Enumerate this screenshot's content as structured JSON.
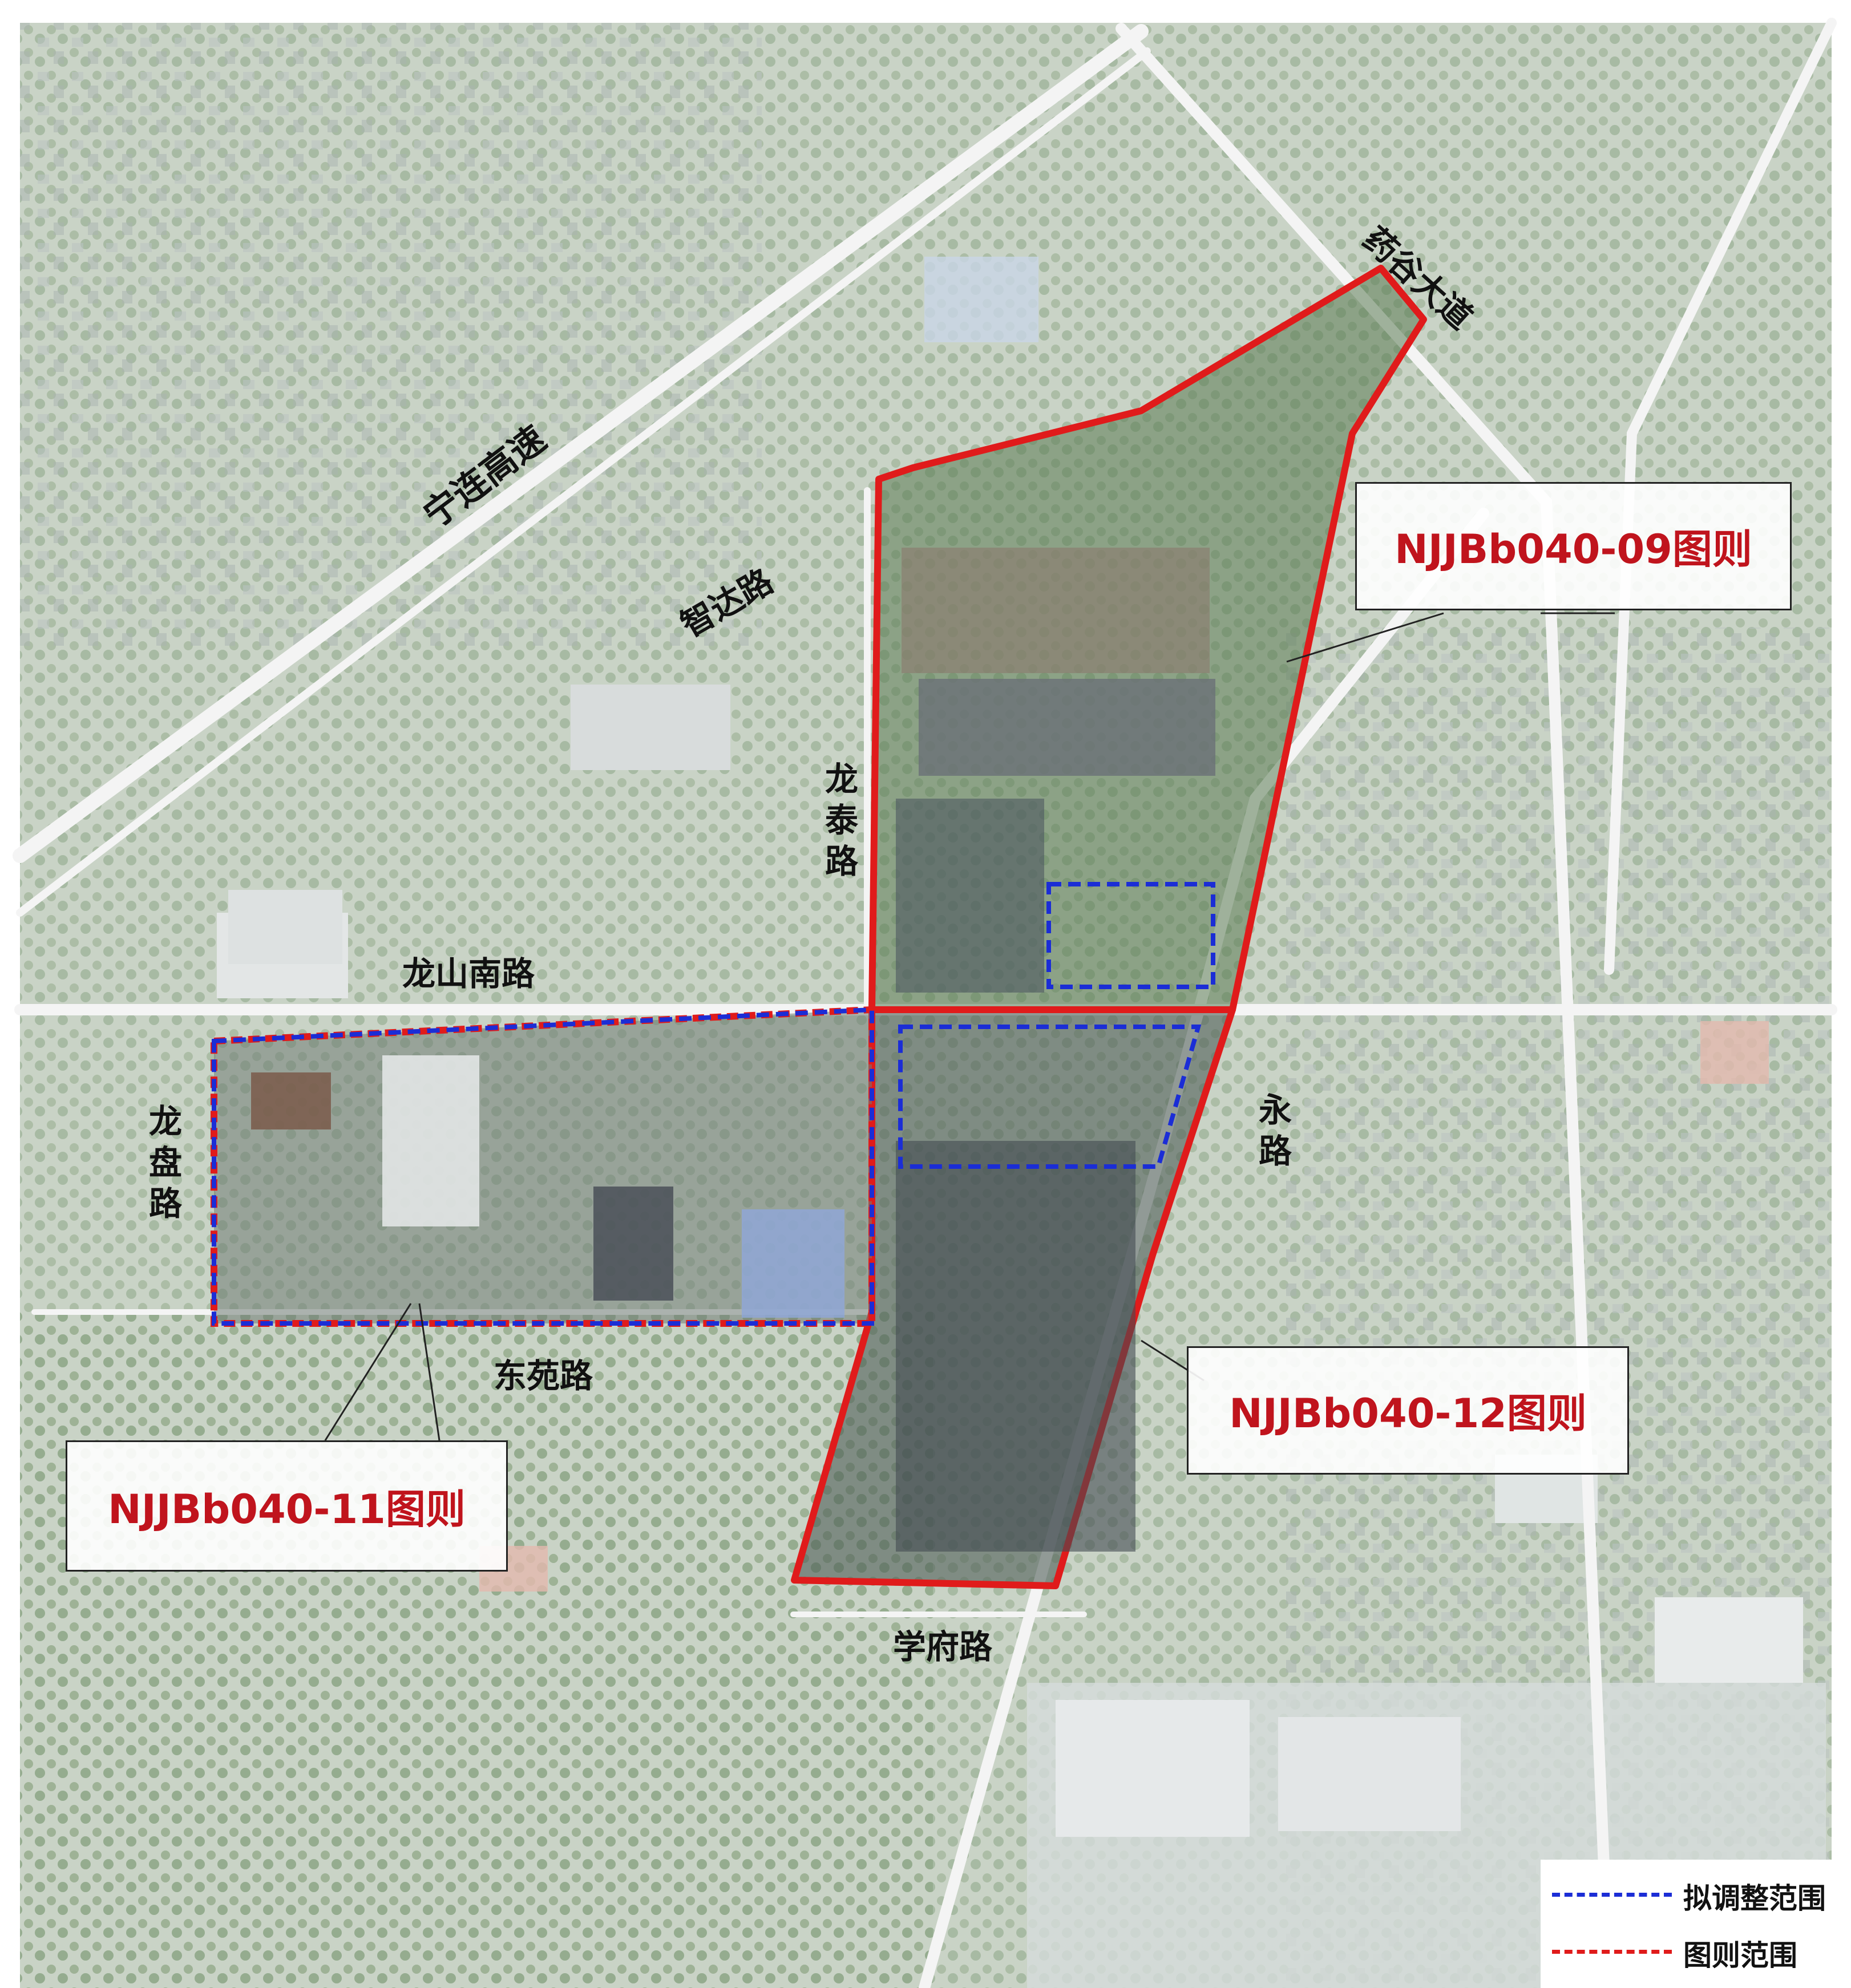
{
  "roads": {
    "ninglian": "宁连高速",
    "zhida": "智达路",
    "longtai": "龙泰路",
    "longshan_south": "龙山南路",
    "longpan": "龙盘路",
    "dongyuan": "东苑路",
    "yong": "永路",
    "xuefu": "学府路",
    "yaogu": "药谷大道"
  },
  "callouts": {
    "plan_09": "NJJBb040-09图则",
    "plan_11": "NJJBb040-11图则",
    "plan_12": "NJJBb040-12图则"
  },
  "legend": {
    "adjust_range": "拟调整范围",
    "plan_range": "图则范围",
    "adjust_color": "#1b2dd6",
    "plan_color": "#e01b1b"
  },
  "colors": {
    "boundary_red": "#e01b1b",
    "adjust_blue": "#1b2dd6",
    "callout_text": "#c0141d"
  }
}
